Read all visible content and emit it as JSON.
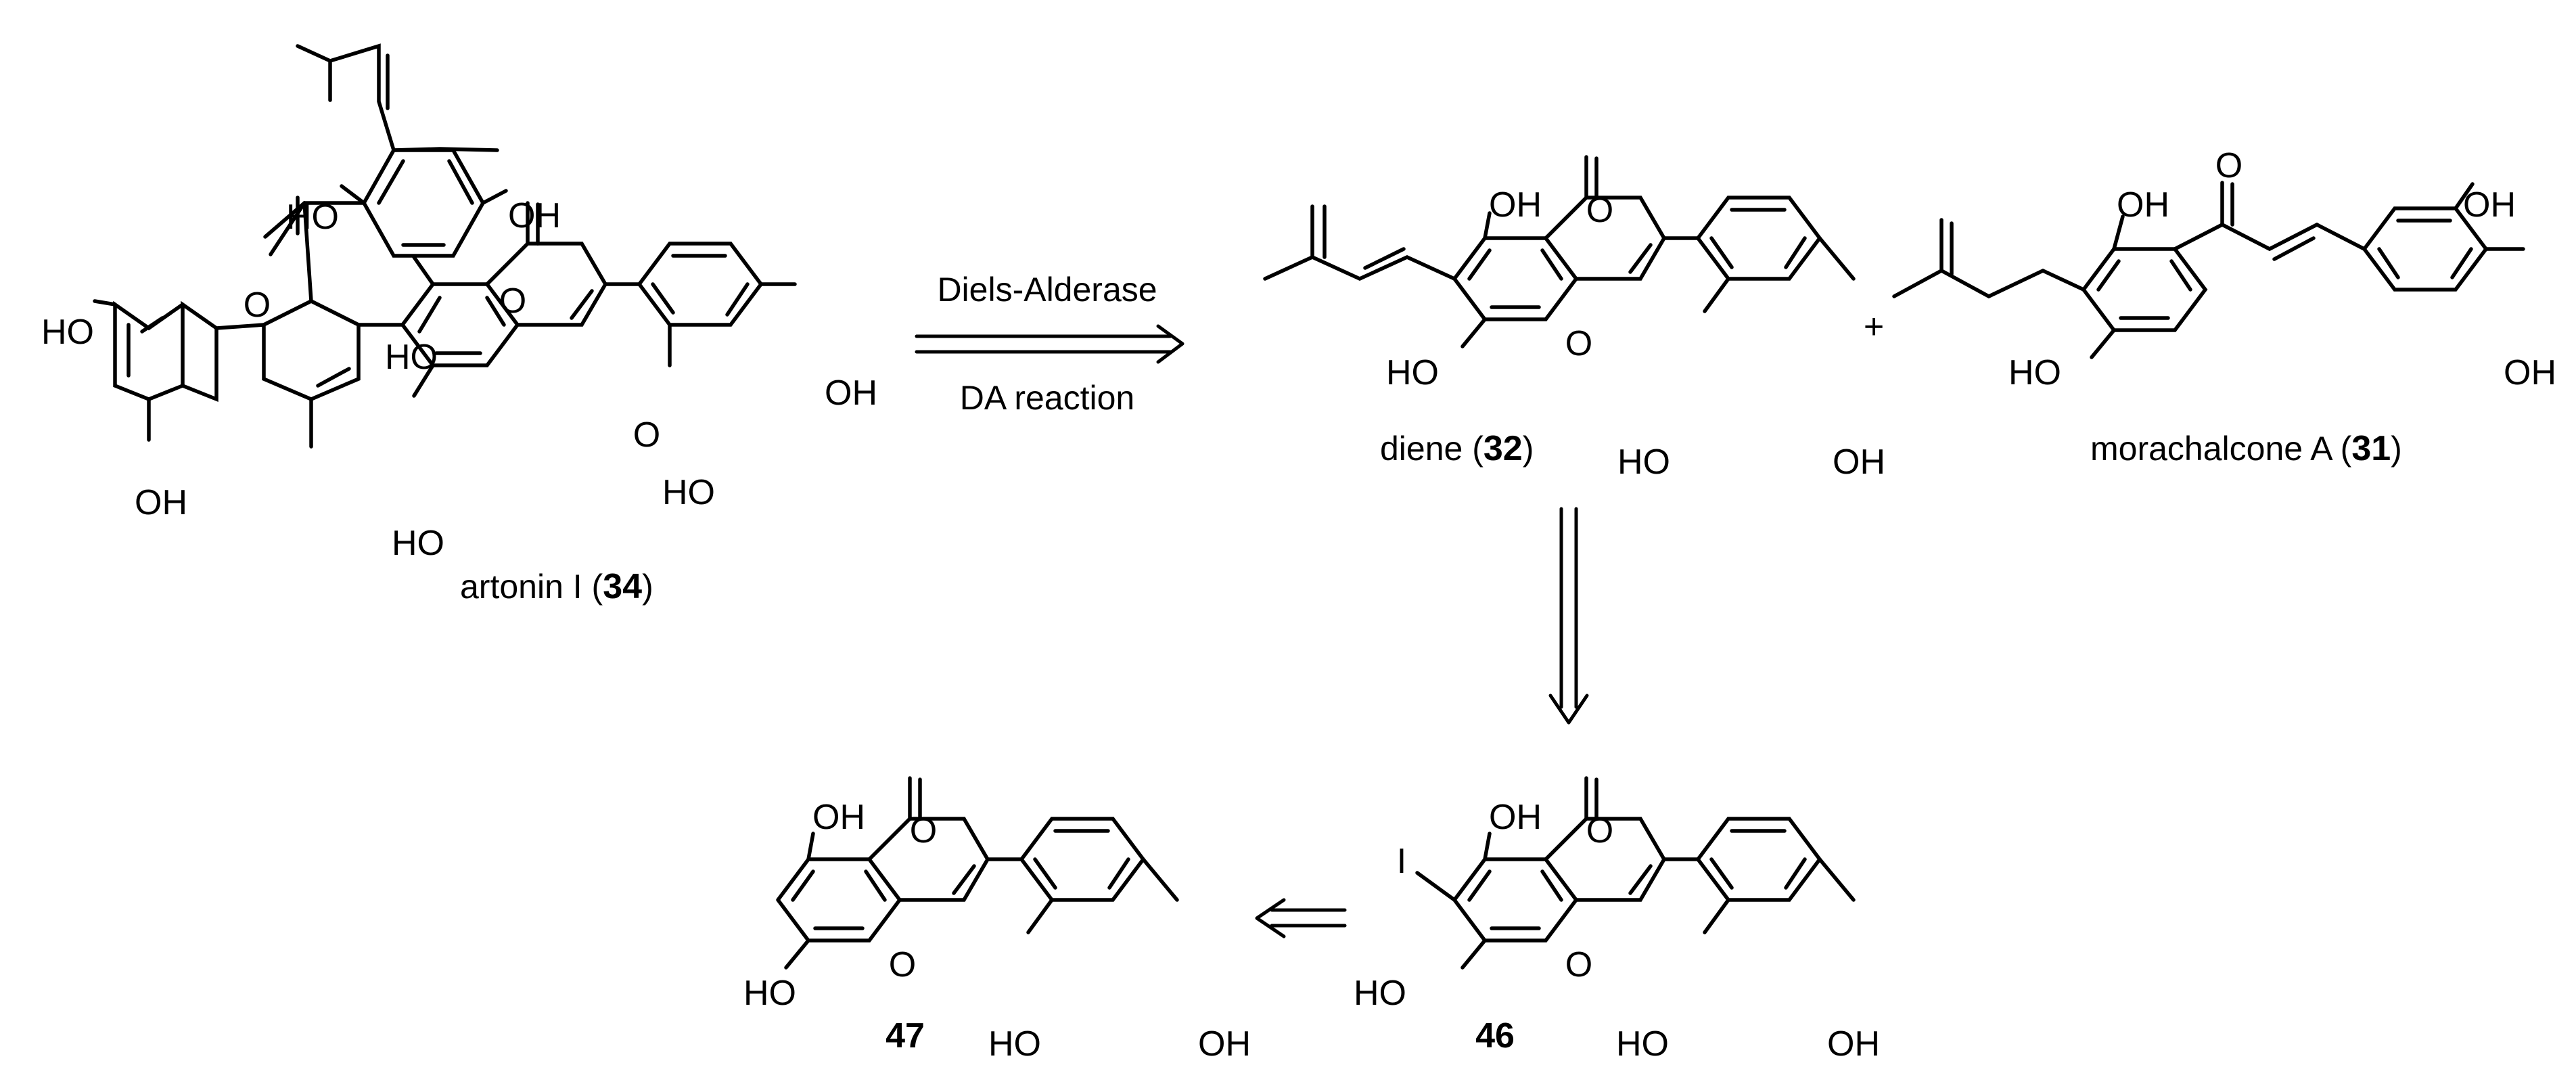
{
  "atoms": {
    "oh": "OH",
    "ho": "HO",
    "o": "O",
    "i": "I"
  },
  "plus": "+",
  "forward_arrow": {
    "top_label": "Diels-Alderase",
    "bottom_label": "DA reaction"
  },
  "compounds": {
    "artonin": {
      "name": "artonin I (",
      "number": "34",
      "close": ")"
    },
    "diene": {
      "name": "diene (",
      "number": "32",
      "close": ")"
    },
    "morachalcone": {
      "name": "morachalcone A (",
      "number": "31",
      "close": ")"
    },
    "iodo_flavone": {
      "number": "46"
    },
    "flavone": {
      "number": "47"
    }
  },
  "colors": {
    "ink": "#000000",
    "background": "#ffffff"
  }
}
